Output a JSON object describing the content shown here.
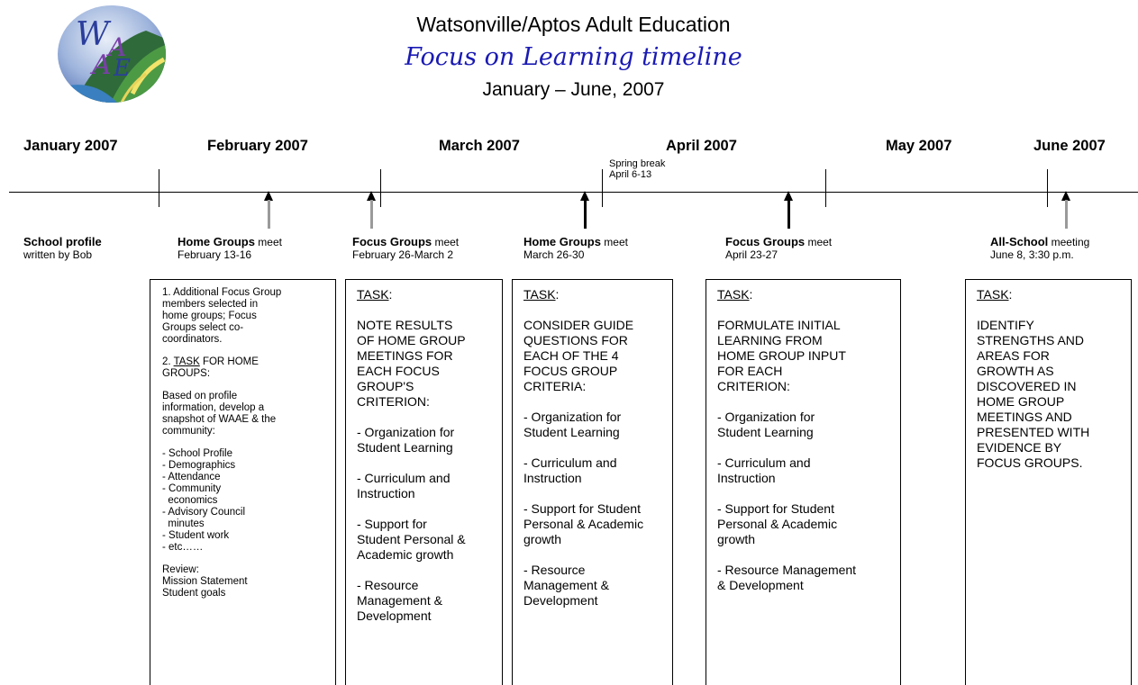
{
  "header": {
    "logo_text": "WAAE",
    "title": "Watsonville/Aptos Adult Education",
    "subtitle": "Focus on Learning timeline",
    "date_range": "January – June, 2007"
  },
  "months": [
    "January 2007",
    "February 2007",
    "March 2007",
    "April 2007",
    "May 2007",
    "June 2007"
  ],
  "spring_break": [
    "Spring break",
    "April 6-13"
  ],
  "events": [
    {
      "bold": "School profile",
      "suffix": "",
      "date": "written by Bob"
    },
    {
      "bold": "Home Groups",
      "suffix": " meet",
      "date": "February 13-16"
    },
    {
      "bold": "Focus Groups",
      "suffix": " meet",
      "date": "February 26-March 2"
    },
    {
      "bold": "Home Groups",
      "suffix": " meet",
      "date": "March 26-30"
    },
    {
      "bold": "Focus Groups",
      "suffix": " meet",
      "date": "April 23-27"
    },
    {
      "bold": "All-School",
      "suffix": " meeting",
      "date": "June 8, 3:30 p.m."
    }
  ],
  "boxes": {
    "home1": {
      "item1": [
        "1. Additional Focus Group",
        "members selected in",
        "home groups; Focus",
        "Groups select co-",
        "coordinators."
      ],
      "item2_prefix": "2. ",
      "item2_task": "TASK",
      "item2_rest": " FOR HOME",
      "item2_line2": "GROUPS:",
      "basis": [
        "Based on profile",
        "information, develop a",
        "snapshot of  WAAE & the",
        "community:"
      ],
      "list": [
        "- School Profile",
        "- Demographics",
        "- Attendance",
        "- Community",
        "  economics",
        "- Advisory Council",
        "  minutes",
        "- Student work",
        "- etc……"
      ],
      "review": [
        "Review:",
        "Mission Statement",
        "Student goals"
      ]
    },
    "task_label": "TASK",
    "focus1": {
      "body": [
        "NOTE RESULTS",
        "OF HOME GROUP",
        "MEETINGS FOR",
        "EACH FOCUS",
        "GROUP'S",
        "CRITERION:"
      ],
      "criteria": [
        [
          "- Organization for",
          "Student Learning"
        ],
        [
          "- Curriculum and",
          "Instruction"
        ],
        [
          "- Support for",
          "Student Personal &",
          "Academic growth"
        ],
        [
          "- Resource",
          "Management &",
          "Development"
        ]
      ]
    },
    "home2": {
      "body": [
        "CONSIDER GUIDE",
        "QUESTIONS FOR",
        "EACH OF THE 4",
        "FOCUS GROUP",
        "CRITERIA:"
      ],
      "criteria": [
        [
          "- Organization for",
          "Student Learning"
        ],
        [
          "- Curriculum and",
          "Instruction"
        ],
        [
          "- Support for Student",
          "Personal & Academic",
          "growth"
        ],
        [
          "- Resource",
          "Management &",
          "Development"
        ]
      ]
    },
    "focus2": {
      "body": [
        "FORMULATE INITIAL",
        "LEARNING FROM",
        "HOME GROUP INPUT",
        "FOR EACH",
        "CRITERION:"
      ],
      "criteria": [
        [
          "- Organization for",
          "Student Learning"
        ],
        [
          "- Curriculum and",
          "Instruction"
        ],
        [
          "- Support for Student",
          "Personal & Academic",
          "growth"
        ],
        [
          "- Resource Management",
          "& Development"
        ]
      ]
    },
    "allschool": {
      "body": [
        "IDENTIFY",
        "STRENGTHS AND",
        "AREAS FOR",
        "GROWTH AS",
        "DISCOVERED IN",
        "HOME GROUP",
        "MEETINGS AND",
        "PRESENTED WITH",
        "EVIDENCE BY",
        "FOCUS GROUPS."
      ]
    }
  },
  "colors": {
    "subtitle": "#1a1ab4",
    "grey_arrow": "#9a9a9a"
  }
}
